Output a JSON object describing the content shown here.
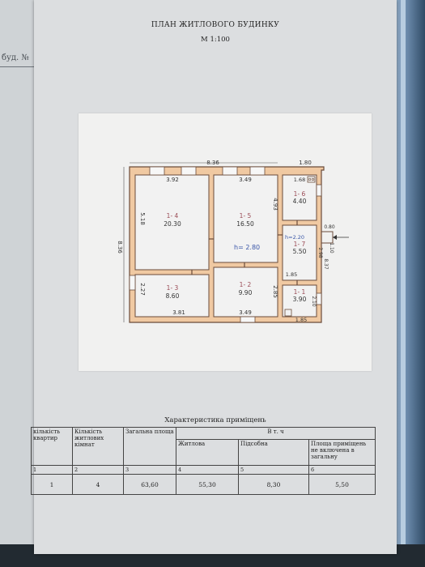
{
  "back_sheet": {
    "label": "буд. №"
  },
  "header": {
    "title": "ПЛАН ЖИТЛОВОГО БУДИНКУ",
    "scale": "М  1:100"
  },
  "plan": {
    "dims": {
      "top_total": "8.36",
      "top_right": "1.80",
      "left_total": "8.36",
      "right_total": "8.37",
      "room4_width": "3.92",
      "room5_width": "3.49",
      "room4_height": "5.18",
      "room5_height": "4.93",
      "room3_height": "2.27",
      "room3_width": "3.81",
      "room2_width": "3.49",
      "room2_height": "2.85",
      "kitchen_width": "1.68",
      "entry_width": "0.80",
      "room7_height": "2.98",
      "room1_width": "1.85",
      "room1_height": "2.10",
      "bottom_right": "1.85",
      "porch_size": "1.10",
      "ceiling_height": "h= 2.80",
      "ceiling_height_small": "h=2.20"
    },
    "rooms": [
      {
        "id": "1- 4",
        "area": "20.30"
      },
      {
        "id": "1- 5",
        "area": "16.50"
      },
      {
        "id": "1- 6",
        "area": "4.40"
      },
      {
        "id": "1- 7",
        "area": "5.50"
      },
      {
        "id": "1- 3",
        "area": "8.60"
      },
      {
        "id": "1- 2",
        "area": "9.90"
      },
      {
        "id": "1- 1",
        "area": "3.90"
      }
    ]
  },
  "characteristics": {
    "title": "Характеристика приміщень",
    "headers": {
      "apartments": "кількість квартир",
      "living_rooms": "Кількість житлових кімнат",
      "total_area": "Загальна площа",
      "including": "В  т. ч",
      "living": "Житлова",
      "auxiliary": "Підсобна",
      "excluded": "Площа приміщень не включена в загальну"
    },
    "col_numbers": [
      "1",
      "2",
      "3",
      "4",
      "5",
      "6"
    ],
    "row": {
      "apartments": "1",
      "living_rooms": "4",
      "total_area": "63,60",
      "living": "55,30",
      "auxiliary": "8,30",
      "excluded": "5,50"
    }
  },
  "colors": {
    "wall_fill": "#f0c9a2",
    "wall_line": "#6a4b3a",
    "room_label": "#9a4b55"
  }
}
